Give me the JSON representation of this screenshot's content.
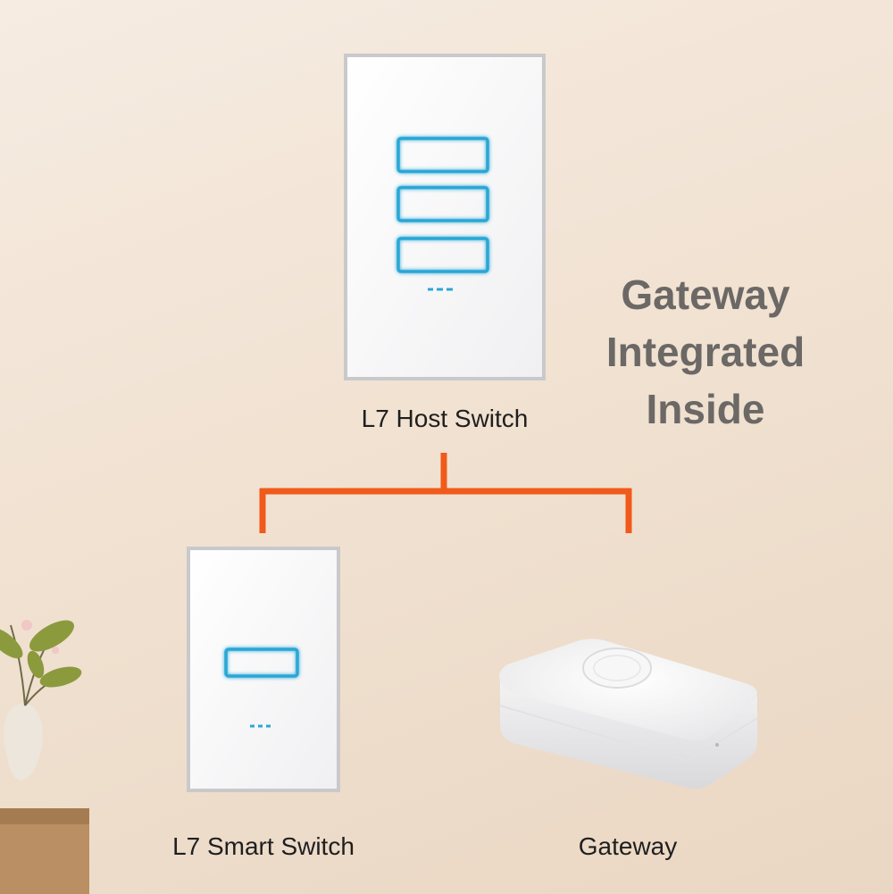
{
  "headline": {
    "lines": [
      "Gateway",
      "Integrated",
      "Inside"
    ]
  },
  "devices": {
    "host_switch": {
      "label": "L7 Host Switch",
      "icon": "three-gang-touch-switch-icon"
    },
    "smart_switch": {
      "label": "L7 Smart Switch",
      "icon": "one-gang-touch-switch-icon"
    },
    "gateway": {
      "label": "Gateway",
      "icon": "gateway-hub-icon"
    }
  },
  "colors": {
    "connector": "#f05a1a",
    "touch_glow": "#2aa7d6",
    "headline": "#6b6866"
  }
}
